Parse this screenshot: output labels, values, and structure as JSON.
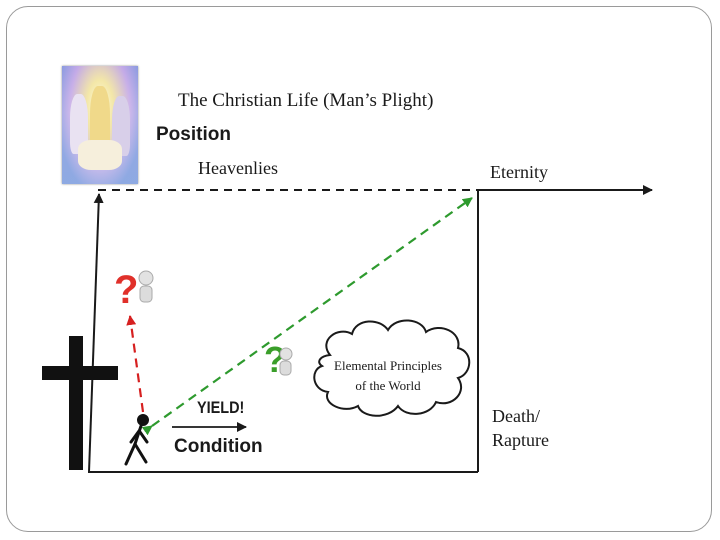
{
  "title": "The Christian Life (Man’s Plight)",
  "labels": {
    "position": "Position",
    "heavenlies": "Heavenlies",
    "eternity": "Eternity",
    "yield": "YIELD!",
    "condition": "Condition",
    "death_line1": "Death/",
    "death_line2": "Rapture",
    "cloud_line1": "Elemental Principles",
    "cloud_line2": "of the World"
  },
  "colors": {
    "line": "#1a1a1a",
    "green_dash": "#2e9a2e",
    "red_dash": "#d62020",
    "red_question": "#e0302a",
    "green_question": "#3a9e2a"
  },
  "icons": [
    "painting-image",
    "cross-icon",
    "question-person-red-icon",
    "question-person-green-icon",
    "stick-figure-icon",
    "cloud-shape"
  ]
}
